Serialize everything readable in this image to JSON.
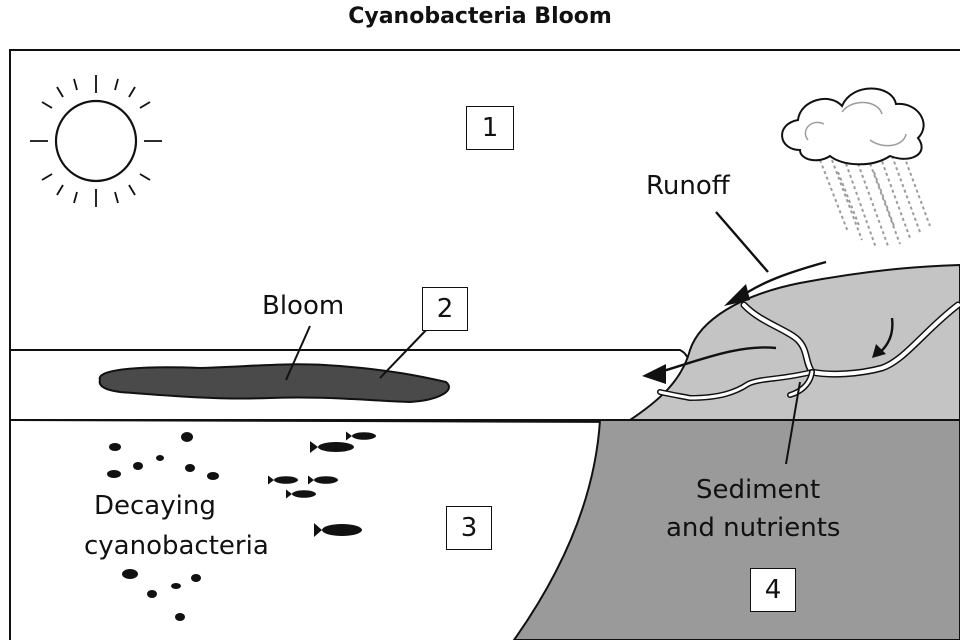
{
  "title": "Cyanobacteria Bloom",
  "labels": {
    "runoff": "Runoff",
    "bloom": "Bloom",
    "decaying_line1": "Decaying",
    "decaying_line2": "cyanobacteria",
    "sediment_line1": "Sediment",
    "sediment_line2": "and nutrients"
  },
  "zone_numbers": [
    "1",
    "2",
    "3",
    "4"
  ],
  "colors": {
    "line": "#111111",
    "bloom": "#4a4a4a",
    "land_light": "#c4c4c4",
    "land_dark": "#9a9a9a",
    "rain": "#9c9c9c"
  }
}
